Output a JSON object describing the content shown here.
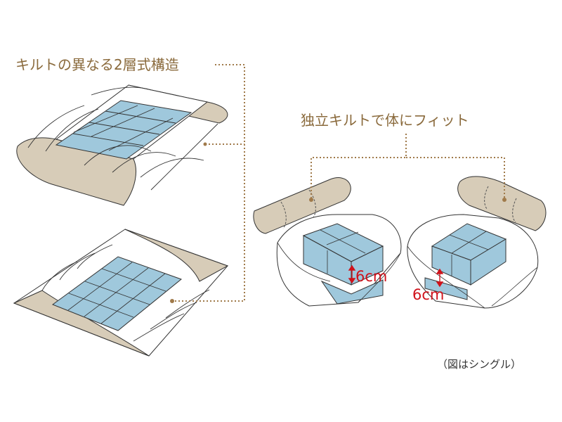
{
  "labels": {
    "two_layer": "キルトの異なる2層式構造",
    "fit": "独立キルトで体にフィット",
    "dim_left": "6cm",
    "dim_right": "6cm",
    "note": "（図はシングル）"
  },
  "colors": {
    "label_text": "#8a6a3c",
    "leader": "#a07a4a",
    "bolster_fill": "#d7ccb8",
    "blue_fill": "#9fc8dc",
    "outline": "#333333",
    "dim_red": "#d0121b",
    "note_text": "#333333"
  }
}
